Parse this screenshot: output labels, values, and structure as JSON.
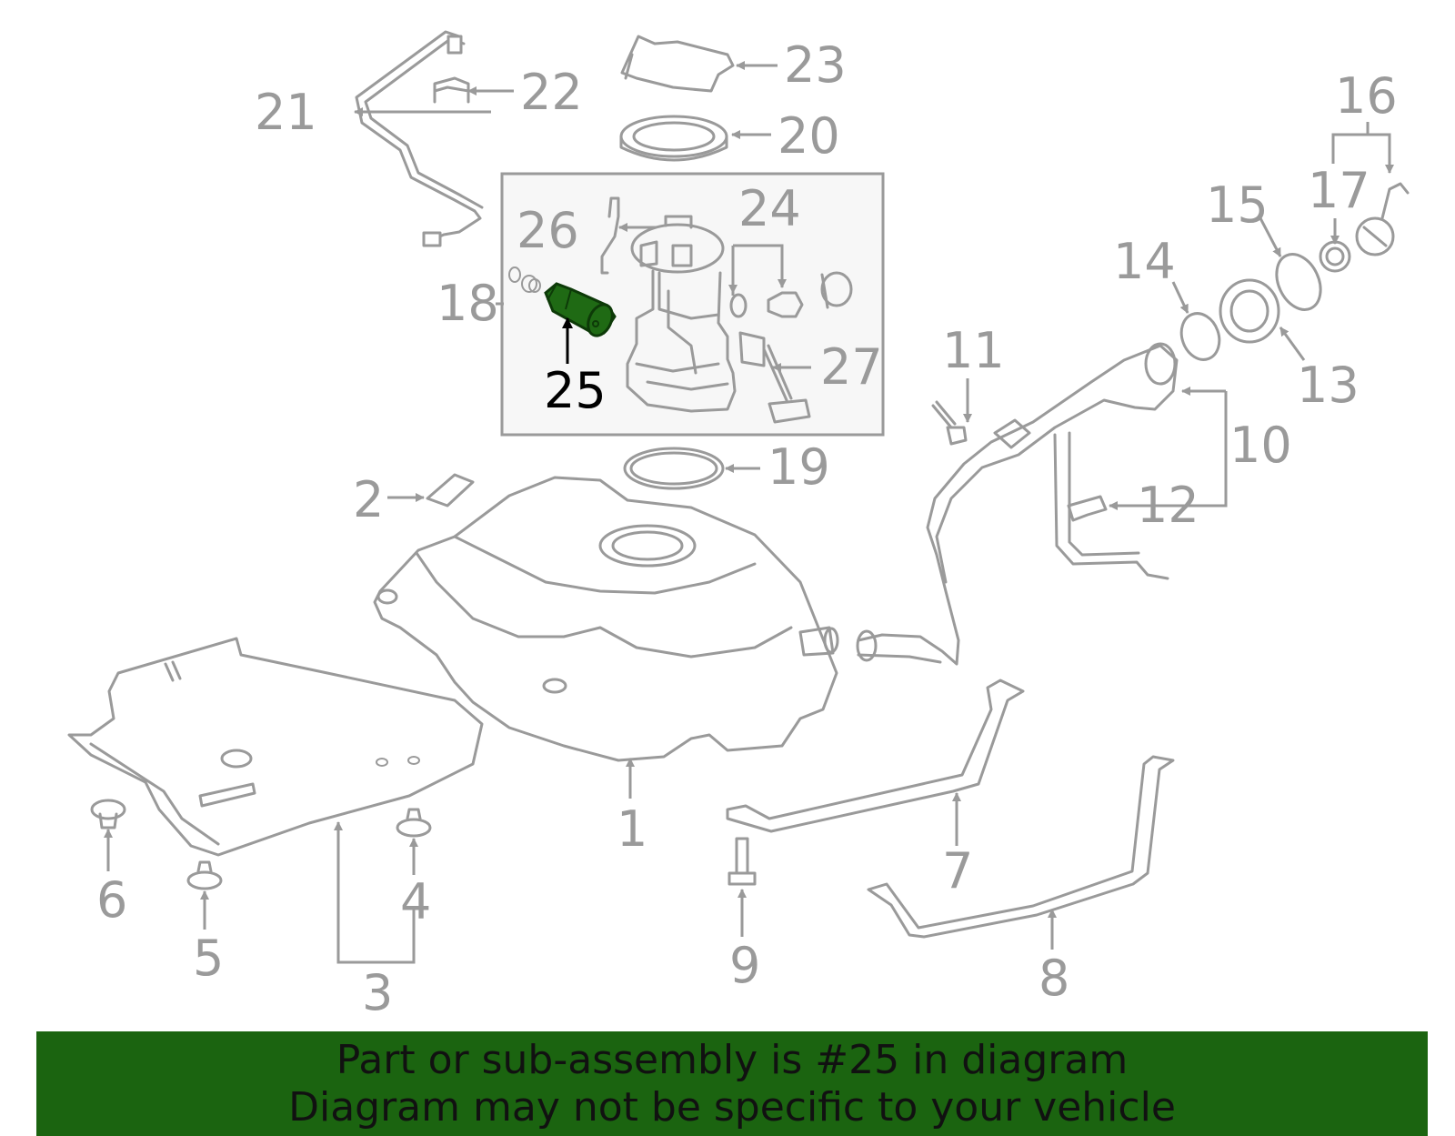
{
  "diagram": {
    "highlighted_part": "25",
    "highlight_color": "#1f6a14",
    "line_color": "#9a9a9a",
    "callouts": [
      "1",
      "2",
      "3",
      "4",
      "5",
      "6",
      "7",
      "8",
      "9",
      "10",
      "11",
      "12",
      "13",
      "14",
      "15",
      "16",
      "17",
      "18",
      "19",
      "20",
      "21",
      "22",
      "23",
      "24",
      "25",
      "26",
      "27"
    ]
  },
  "banner": {
    "line1": "Part or sub-assembly is #25 in diagram",
    "line2": "Diagram may not be specific to your vehicle",
    "background": "#1b6410"
  }
}
